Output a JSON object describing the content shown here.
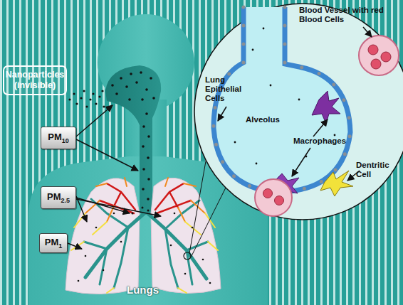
{
  "diagram": {
    "nodes": [
      {
        "text": [
          "Nanoparticles (invisible)"
        ]
      },
      {
        "text": [
          "PM10"
        ]
      },
      {
        "text": [
          "PM2.5"
        ]
      },
      {
        "text": [
          "PM1"
        ]
      }
    ],
    "labels": [
      "Lungs",
      "Blood Vessel with red Blood Cells",
      "Lung Epithelial Cells",
      "Alveolus",
      "Macrophages",
      "Dentritic Cell"
    ]
  }
}
